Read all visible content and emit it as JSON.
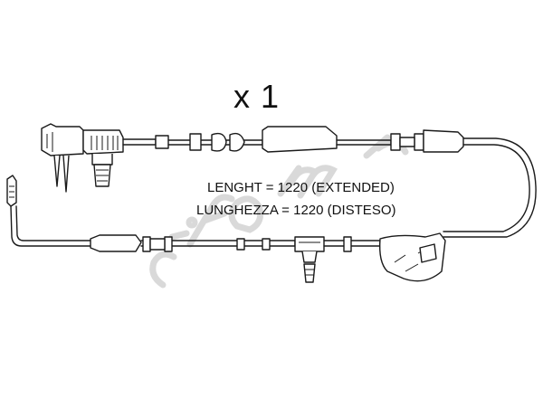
{
  "quantity": "x 1",
  "spec_en": "LENGHT = 1220 (EXTENDED)",
  "spec_it": "LUNGHEZZA = 1220 (DISTESO)",
  "watermark": {
    "text": "cifam",
    "color": "#d9d9d9"
  },
  "line_color": "#1a1a1a"
}
